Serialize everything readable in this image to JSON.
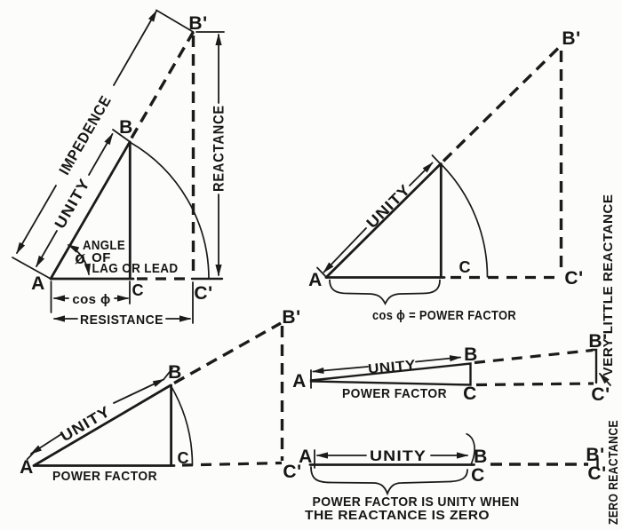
{
  "colors": {
    "paper": "#fcfcfb",
    "ink": "#1b1b1b"
  },
  "fig_impedance": {
    "a": "A",
    "b": "B",
    "b_prime": "B'",
    "c": "C",
    "c_prime": "C'",
    "impedance": "IMPEDENCE",
    "unity": "UNITY",
    "reactance": "REACTANCE",
    "resistance": "RESISTANCE",
    "cos_phi": "cos ϕ",
    "angle_word1": "ANGLE",
    "angle_word2": "OF",
    "angle_word3": "LAG OR LEAD",
    "phi": "ø"
  },
  "fig_power_factor": {
    "a": "A",
    "b_prime": "B'",
    "c": "C",
    "c_prime": "C'",
    "unity": "UNITY",
    "caption": "cos ϕ = POWER FACTOR"
  },
  "fig_low_reactance": {
    "a": "A",
    "b": "B",
    "b_prime": "B'",
    "c": "C",
    "c_prime": "C'",
    "unity": "UNITY",
    "power_factor": "POWER FACTOR"
  },
  "fig_very_low_reactance": {
    "a": "A",
    "b": "B",
    "b_prime": "B'",
    "c": "C",
    "c_prime": "C'",
    "unity": "UNITY",
    "power_factor": "POWER FACTOR",
    "side_note": "VERY LITTLE REACTANCE"
  },
  "fig_zero_reactance": {
    "a": "A",
    "b": "B",
    "b_prime": "B'",
    "c": "C",
    "c_prime": "C'",
    "unity": "UNITY",
    "caption_line1": "POWER FACTOR IS UNITY WHEN",
    "caption_line2": "THE REACTANCE IS ZERO",
    "side_note": "ZERO REACTANCE"
  }
}
